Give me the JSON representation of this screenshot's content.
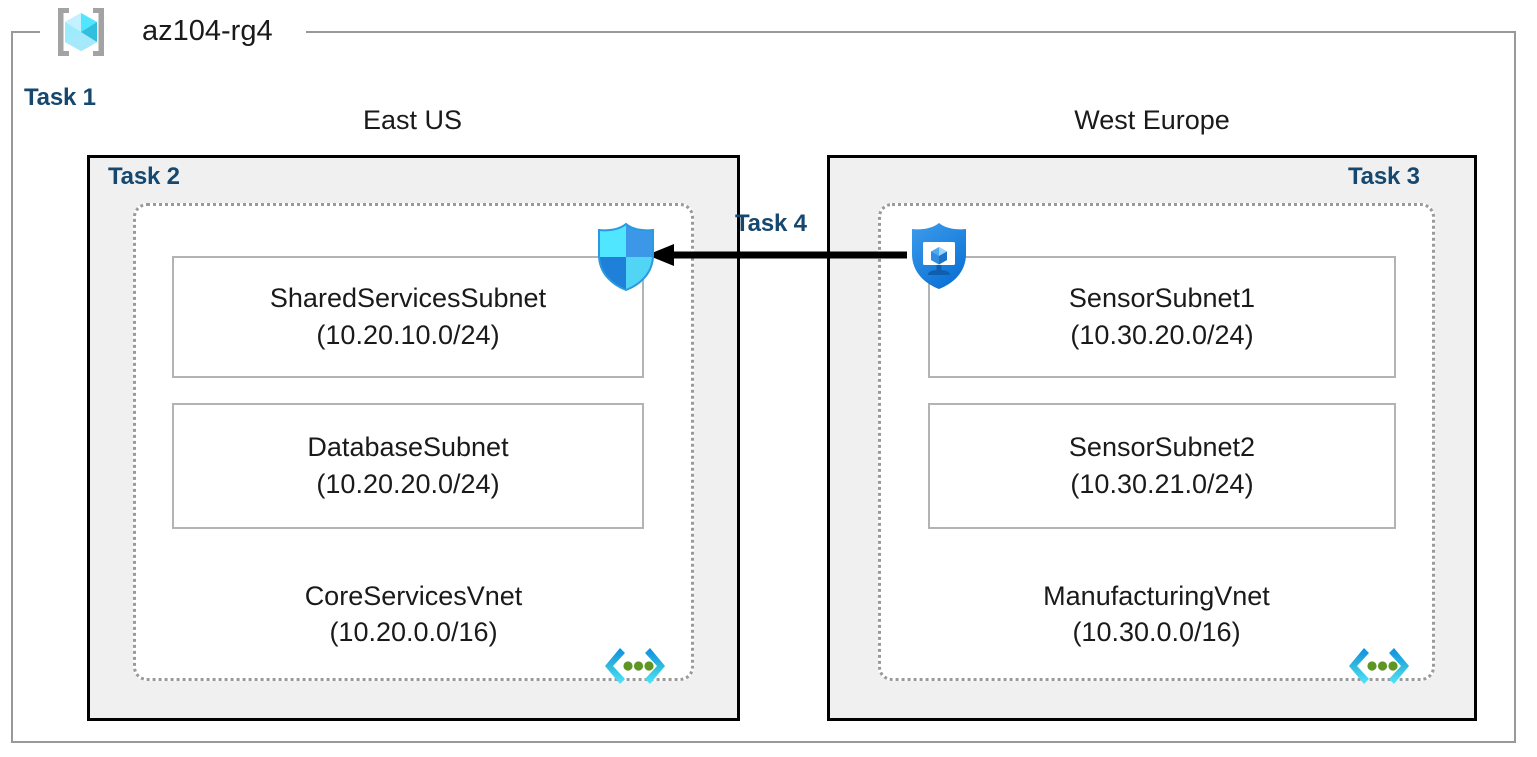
{
  "diagram": {
    "resource_group": {
      "name": "az104-rg4",
      "icon": "azure-resource-group-icon",
      "task_label": "Task 1"
    },
    "regions": [
      {
        "name": "East US",
        "task_label": "Task 2",
        "task_align": "left",
        "vnet": {
          "name": "CoreServicesVnet",
          "cidr": "(10.20.0.0/16)",
          "icon": "virtual-network-icon",
          "subnets": [
            {
              "name": "SharedServicesSubnet",
              "cidr": "(10.20.10.0/24)"
            },
            {
              "name": "DatabaseSubnet",
              "cidr": "(10.20.20.0/24)"
            }
          ]
        }
      },
      {
        "name": "West Europe",
        "task_label": "Task 3",
        "task_align": "right",
        "vnet": {
          "name": "ManufacturingVnet",
          "cidr": "(10.30.0.0/16)",
          "icon": "virtual-network-icon",
          "subnets": [
            {
              "name": "SensorSubnet1",
              "cidr": "(10.30.20.0/24)"
            },
            {
              "name": "SensorSubnet2",
              "cidr": "(10.30.21.0/24)"
            }
          ]
        }
      }
    ],
    "connection": {
      "task_label": "Task 4",
      "direction": "right-to-left",
      "source_icon": "network-watcher-shield-icon",
      "target_icon": "vnet-peering-shield-icon"
    },
    "colors": {
      "task_label": "#16486f",
      "region_fill": "#f0f0f0",
      "region_border": "#000000",
      "vnet_border": "#9a9a9a",
      "subnet_border": "#b3b3b3",
      "frame_border": "#999999",
      "arrow": "#000000",
      "icon_cyan": "#50e6ff",
      "icon_blue": "#0078d4",
      "icon_green": "#5e9624"
    }
  }
}
